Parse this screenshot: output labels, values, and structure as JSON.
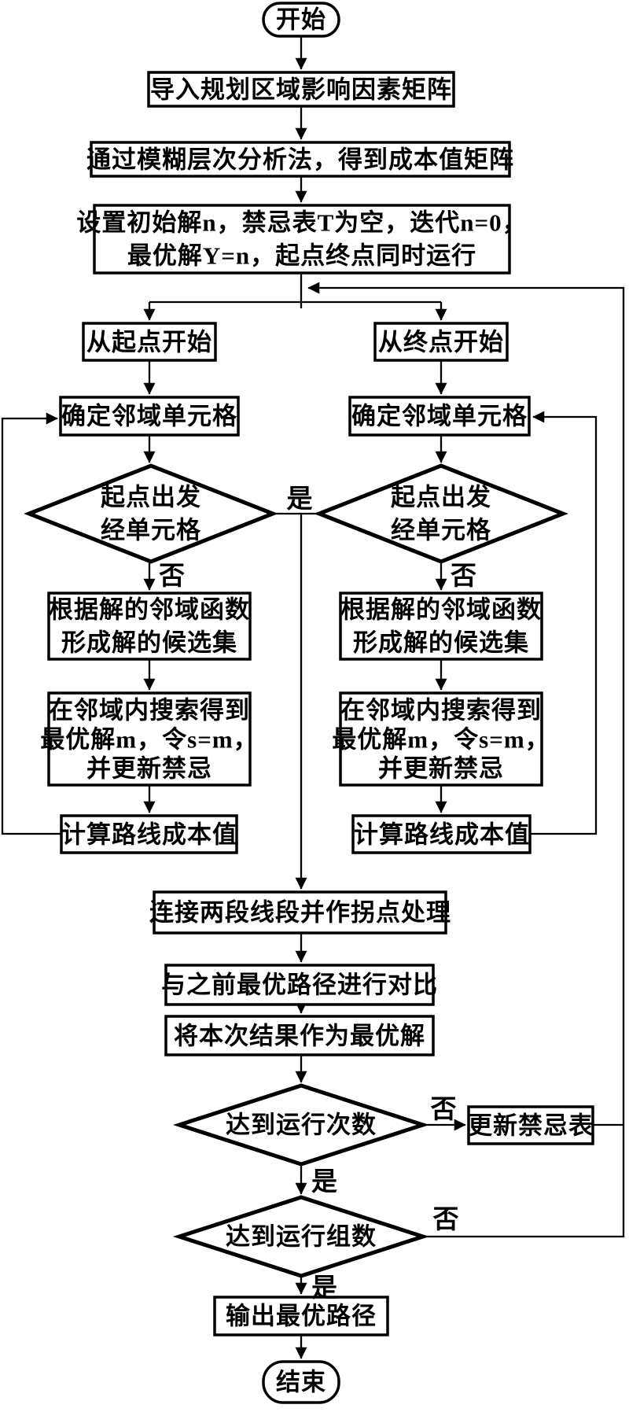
{
  "flowchart": {
    "terminals": {
      "start": "开始",
      "end": "结束"
    },
    "labels": {
      "yes": "是",
      "no": "否"
    },
    "nodes": {
      "import_matrix": "导入规划区域影响因素矩阵",
      "fuzzy_ahp": "通过模糊层次分析法，得到成本值矩阵",
      "init_line1": "设置初始解n，禁忌表T为空，迭代n=0，",
      "init_line2": "最优解Y=n，起点终点同时运行",
      "from_start": "从起点开始",
      "from_end": "从终点开始",
      "neighbor_cells": "确定邻域单元格",
      "visited_line1": "起点出发",
      "visited_line2": "经单元格",
      "candidate_line1": "根据解的邻域函数",
      "candidate_line2": "形成解的候选集",
      "search_line1": "在邻域内搜索得到",
      "search_line2": "最优解m，令s=m，",
      "search_line3": "并更新禁忌",
      "route_cost": "计算路线成本值",
      "connect_segments": "连接两段线段并作拐点处理",
      "compare_previous": "与之前最优路径进行对比",
      "set_best": "将本次结果作为最优解",
      "reach_runs": "达到运行次数",
      "update_tabu": "更新禁忌表",
      "reach_groups": "达到运行组数",
      "output_path": "输出最优路径"
    }
  }
}
